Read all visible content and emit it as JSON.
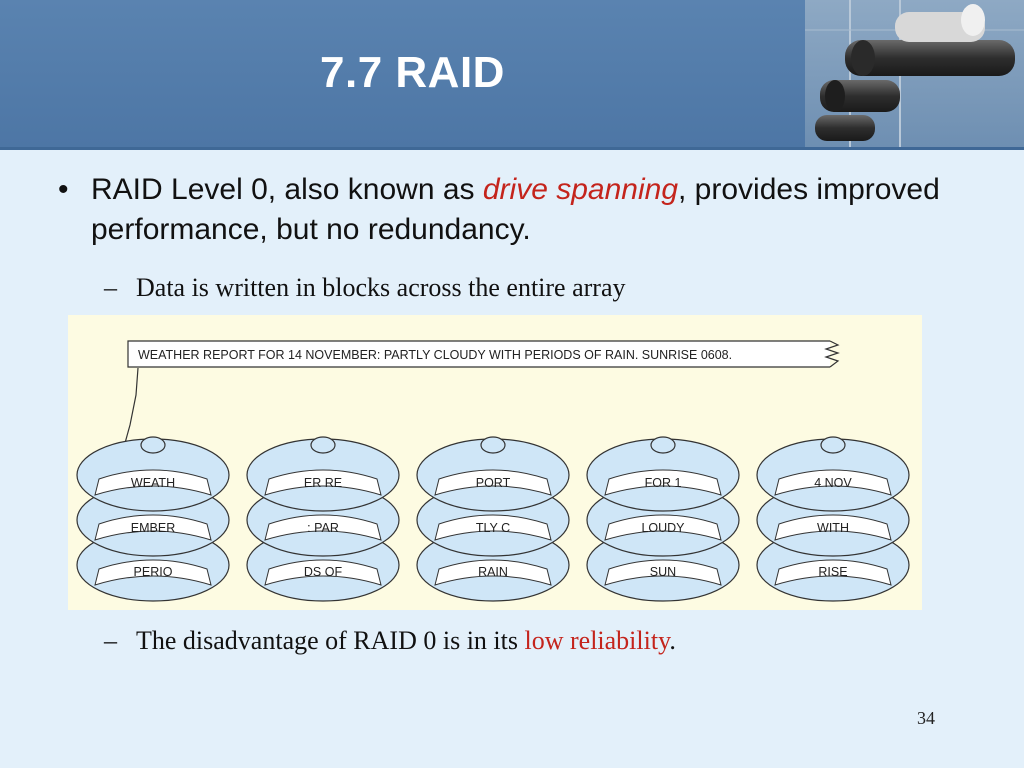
{
  "slide": {
    "title": "7.7 RAID",
    "bullet": {
      "marker": "•",
      "text_before": "RAID Level 0, also known as ",
      "highlight": "drive spanning",
      "text_after": ", provides improved performance, but no redundancy."
    },
    "sub1": {
      "dash": "–",
      "text": "Data is written in blocks across the entire array"
    },
    "sub2": {
      "dash": "–",
      "text_before": "The disadvantage of RAID 0 is in its ",
      "highlight": "low reliability",
      "text_after": "."
    },
    "page_number": "34"
  },
  "diagram": {
    "banner": "WEATHER REPORT FOR 14 NOVEMBER: PARTLY CLOUDY WITH PERIODS OF RAIN. SUNRISE 0608.",
    "drives": [
      {
        "blocks": [
          "WEATH",
          "EMBER",
          "PERIO"
        ]
      },
      {
        "blocks": [
          "ER RE",
          ": PAR",
          "DS OF"
        ]
      },
      {
        "blocks": [
          "PORT",
          "TLY C",
          "RAIN"
        ]
      },
      {
        "blocks": [
          "FOR 1",
          "LOUDY",
          "SUN"
        ]
      },
      {
        "blocks": [
          "4 NOV",
          "WITH",
          "RISE"
        ]
      }
    ]
  },
  "colors": {
    "header": "#4d76a5",
    "accent_red": "#c4241c",
    "background": "#e3f0fa",
    "diagram_bg": "#fdfbe2",
    "disk_fill": "#cfe6f7"
  }
}
